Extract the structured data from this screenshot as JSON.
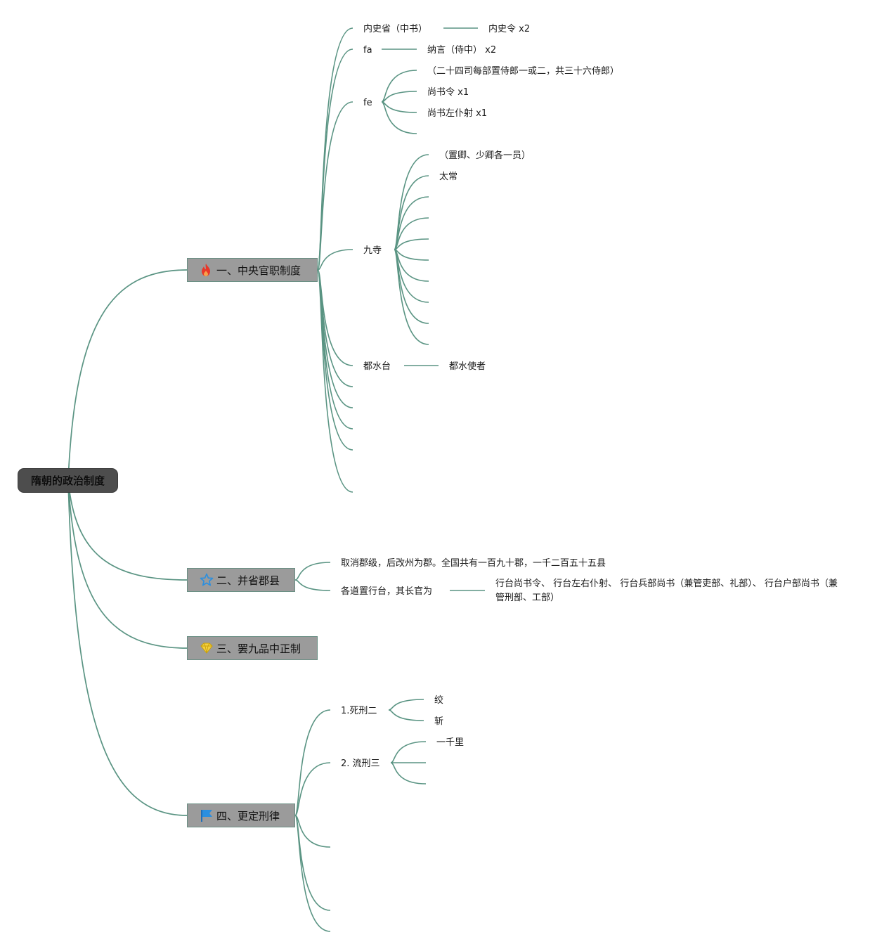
{
  "root": {
    "label": "隋朝的政治制度"
  },
  "topics": {
    "t1": {
      "label": "一、中央官职制度",
      "icon": "fire-icon"
    },
    "t2": {
      "label": "二、并省郡县",
      "icon": "star-icon"
    },
    "t3": {
      "label": "三、罢九品中正制",
      "icon": "diamond-icon"
    },
    "t4": {
      "label": "四、更定刑律",
      "icon": "flag-icon"
    }
  },
  "t1_children": {
    "neishi": "内史省（中书）",
    "neishi_ling": "内史令 x2",
    "fa": "fa",
    "nayan": "纳言（侍中） x2",
    "fe": "fe",
    "fe_note": "（二十四司每部置侍郎一或二，共三十六侍郎）",
    "shangshu_ling": "尚书令 x1",
    "shangshu_puye": "尚书左仆射 x1",
    "jiusi": "九寺",
    "jiusi_note": "（置卿、少卿各一员）",
    "taichang": "太常",
    "dushuitai": "都水台",
    "dushui_shizhe": "都水使者"
  },
  "t2_children": {
    "quxiao": "取消郡级，后改州为郡。全国共有一百九十郡，一千二百五十五县",
    "gedao": "各道置行台，其长官为",
    "xingtai": "行台尚书令、 行台左右仆射、 行台兵部尚书（兼管吏部、礼部）、 行台户部尚书（兼管刑部、工部）"
  },
  "t4_children": {
    "sixing": "1.死刑二",
    "jiao": "绞",
    "zhan": "斩",
    "liuxing": "2. 流刑三",
    "yiqianli": "一千里"
  },
  "colors": {
    "edge": "#5a9483",
    "root_bg": "#4d4d4d",
    "topic_bg": "#9b9b9b"
  }
}
